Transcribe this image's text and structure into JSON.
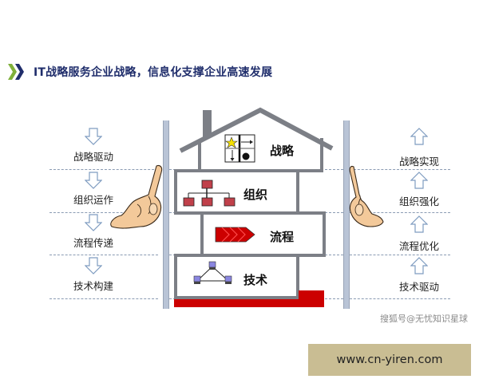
{
  "title": "IT战略服务企业战略，信息化支撑企业高速发展",
  "colors": {
    "title": "#1f2d6b",
    "chevron_green": "#7fb03a",
    "chevron_navy": "#1f2d6b",
    "house_frame": "#7c7f86",
    "red": "#cc0000",
    "dash": "#8a9bb3",
    "footer_bg": "#c9bd93"
  },
  "left_column": {
    "direction": "down",
    "items": [
      {
        "label": "战略驱动"
      },
      {
        "label": "组织运作"
      },
      {
        "label": "流程传递"
      },
      {
        "label": "技术构建"
      }
    ]
  },
  "right_column": {
    "direction": "up",
    "items": [
      {
        "label": "战略实现"
      },
      {
        "label": "组织强化"
      },
      {
        "label": "流程优化"
      },
      {
        "label": "技术驱动"
      }
    ]
  },
  "house": {
    "floors": [
      {
        "label": "战略",
        "icon": "strategy-matrix-icon"
      },
      {
        "label": "组织",
        "icon": "org-chart-icon"
      },
      {
        "label": "流程",
        "icon": "process-chevrons-icon"
      },
      {
        "label": "技术",
        "icon": "network-icon"
      }
    ]
  },
  "watermark": "搜狐号@无忧知识星球",
  "footer": "www.cn-yiren.com"
}
